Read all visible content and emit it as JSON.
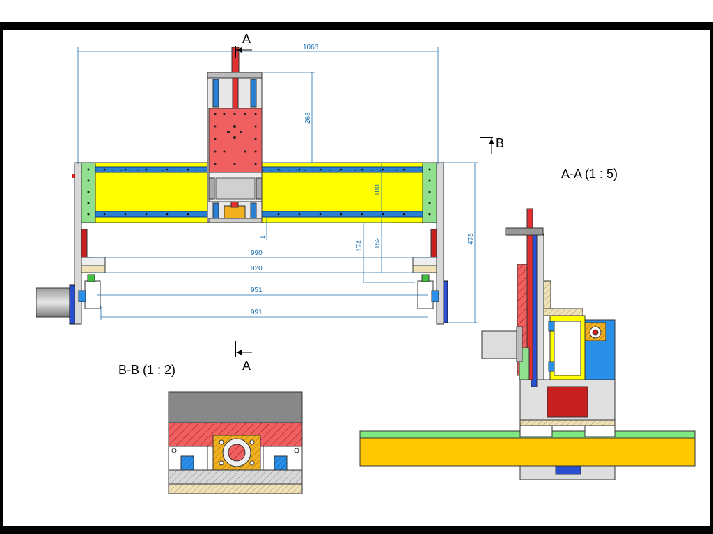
{
  "drawing": {
    "section_marks": {
      "a_top": "A",
      "a_bottom": "A",
      "b": "B"
    },
    "section_titles": {
      "aa": "A-A  (1 : 5)",
      "bb": "B-B   (1 : 2)"
    },
    "dimensions": {
      "overall_width": "1068",
      "carriage_height": "268",
      "beam_height": "180",
      "total_height": "475",
      "d990": "990",
      "d920": "920",
      "d951": "951",
      "d991": "991",
      "d174": "174",
      "d152": "152",
      "d1": "1"
    }
  },
  "colors": {
    "dimension": "#1a6fb0",
    "beam": "#ffff00",
    "carriage": "#f06060",
    "end_plate": "#90e090",
    "rail": "#2a7fd0",
    "motor": "#2a4fd0",
    "table": "#ffc800",
    "table_top": "#80e880",
    "block_blue": "#2a8fe8"
  }
}
